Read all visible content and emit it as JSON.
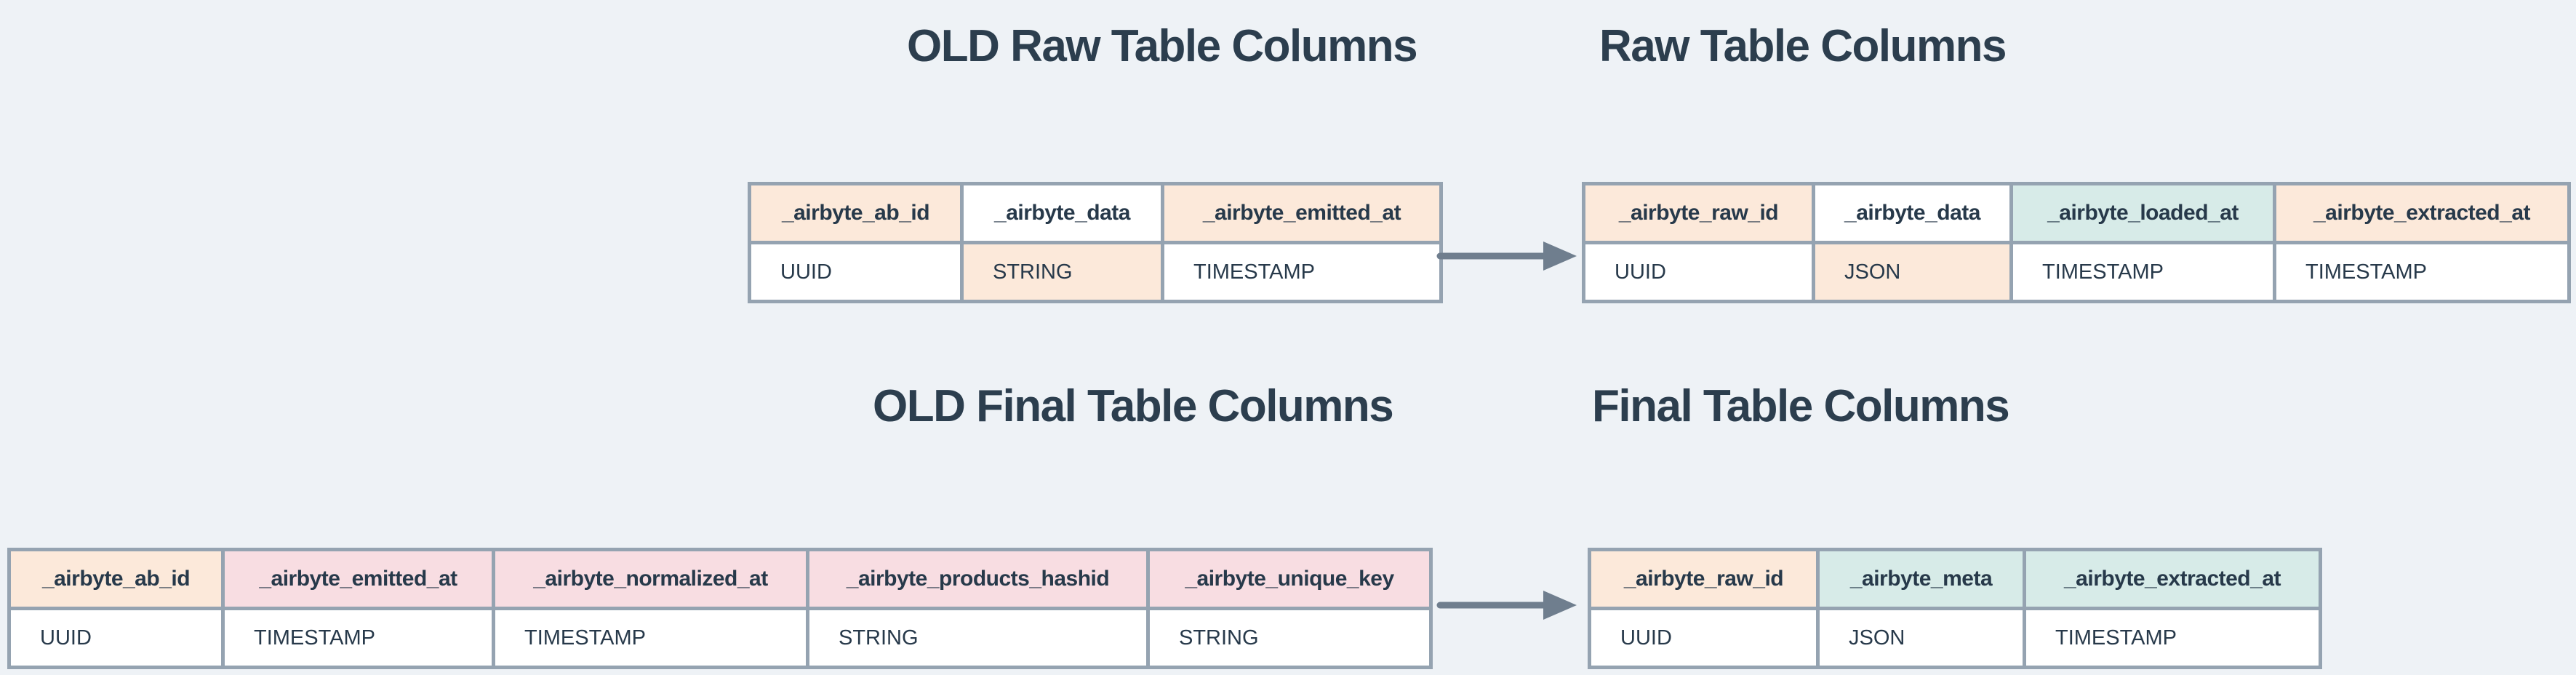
{
  "colors": {
    "background": "#eef2f6",
    "title": "#2c3e4e",
    "text": "#27394a",
    "border": "#95a3b1",
    "arrow": "#6f7e8e",
    "peach": "#fce9da",
    "pink": "#f8dde2",
    "teal": "#d7ebe8",
    "white": "#ffffff"
  },
  "sections": {
    "old_raw": {
      "title": "OLD Raw Table Columns",
      "columns": [
        {
          "name": "_airbyte_ab_id",
          "header_bg": "peach",
          "type": "UUID",
          "type_bg": "white"
        },
        {
          "name": "_airbyte_data",
          "header_bg": "white",
          "type": "STRING",
          "type_bg": "peach"
        },
        {
          "name": "_airbyte_emitted_at",
          "header_bg": "peach",
          "type": "TIMESTAMP",
          "type_bg": "white"
        }
      ]
    },
    "raw": {
      "title": "Raw Table Columns",
      "columns": [
        {
          "name": "_airbyte_raw_id",
          "header_bg": "peach",
          "type": "UUID",
          "type_bg": "white"
        },
        {
          "name": "_airbyte_data",
          "header_bg": "white",
          "type": "JSON",
          "type_bg": "peach"
        },
        {
          "name": "_airbyte_loaded_at",
          "header_bg": "teal",
          "type": "TIMESTAMP",
          "type_bg": "white"
        },
        {
          "name": "_airbyte_extracted_at",
          "header_bg": "peach",
          "type": "TIMESTAMP",
          "type_bg": "white"
        }
      ]
    },
    "old_final": {
      "title": "OLD Final Table Columns",
      "columns": [
        {
          "name": "_airbyte_ab_id",
          "header_bg": "peach",
          "type": "UUID",
          "type_bg": "white"
        },
        {
          "name": "_airbyte_emitted_at",
          "header_bg": "pink",
          "type": "TIMESTAMP",
          "type_bg": "white"
        },
        {
          "name": "_airbyte_normalized_at",
          "header_bg": "pink",
          "type": "TIMESTAMP",
          "type_bg": "white"
        },
        {
          "name": "_airbyte_products_hashid",
          "header_bg": "pink",
          "type": "STRING",
          "type_bg": "white"
        },
        {
          "name": "_airbyte_unique_key",
          "header_bg": "pink",
          "type": "STRING",
          "type_bg": "white"
        }
      ]
    },
    "final": {
      "title": "Final Table Columns",
      "columns": [
        {
          "name": "_airbyte_raw_id",
          "header_bg": "peach",
          "type": "UUID",
          "type_bg": "white"
        },
        {
          "name": "_airbyte_meta",
          "header_bg": "teal",
          "type": "JSON",
          "type_bg": "white"
        },
        {
          "name": "_airbyte_extracted_at",
          "header_bg": "teal",
          "type": "TIMESTAMP",
          "type_bg": "white"
        }
      ]
    }
  }
}
